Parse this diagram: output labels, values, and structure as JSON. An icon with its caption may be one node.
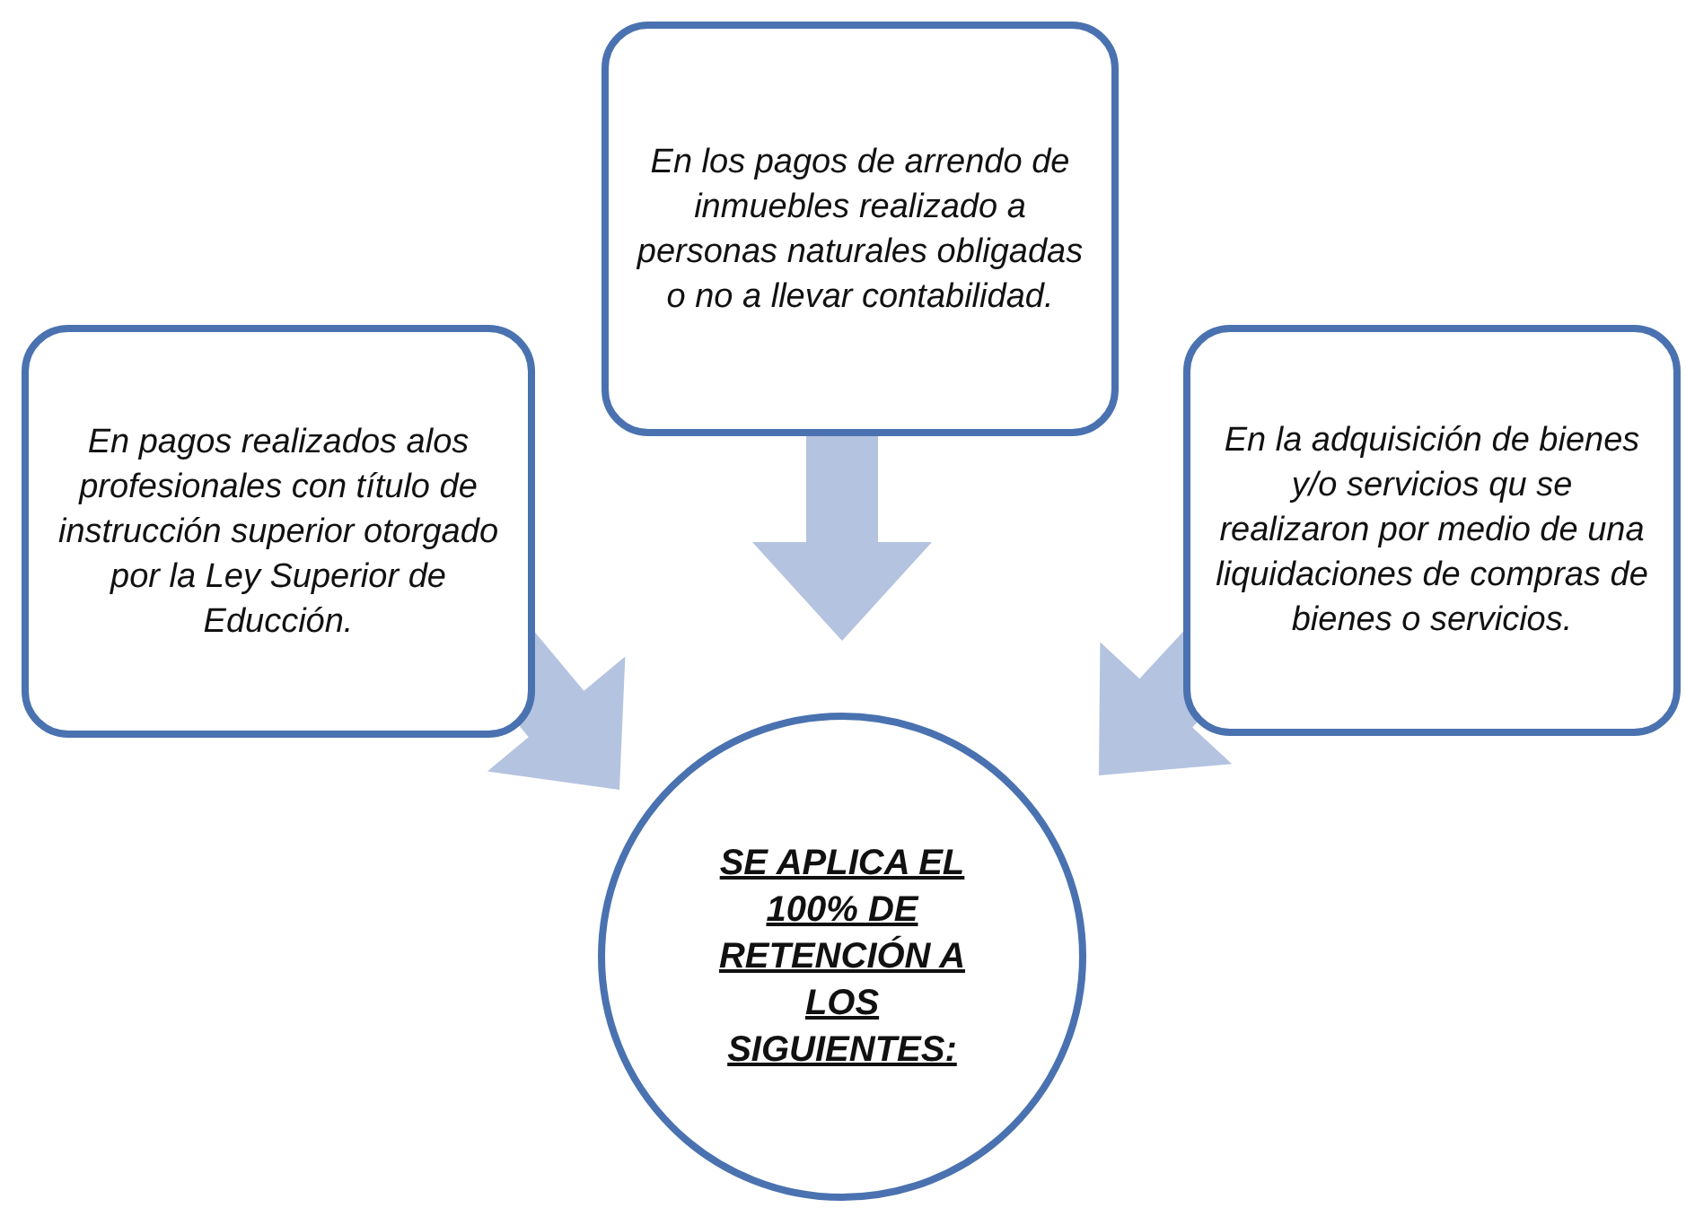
{
  "diagram": {
    "nodes": [
      {
        "text": [
          "En los pagos de arrendo de inmuebles realizado a personas naturales obligadas o no a llevar contabilidad."
        ]
      },
      {
        "text": [
          "En pagos realizados alos profesionales con título de instrucción superior otorgado por la Ley Superior de Educción."
        ]
      },
      {
        "text": [
          "En la adquisición de bienes y/o servicios qu se realizaron por medio de una liquidaciones de compras de bienes o servicios."
        ]
      },
      {
        "text": [
          "SE APLICA EL 100% DE RETENCIÓN A LOS SIGUIENTES:"
        ]
      }
    ],
    "edges": [
      {
        "from": 0,
        "to": 3,
        "arrow": "to",
        "style": "thick"
      },
      {
        "from": 1,
        "to": 3,
        "arrow": "to",
        "style": "thick"
      },
      {
        "from": 2,
        "to": 3,
        "arrow": "to",
        "style": "thick"
      }
    ]
  }
}
